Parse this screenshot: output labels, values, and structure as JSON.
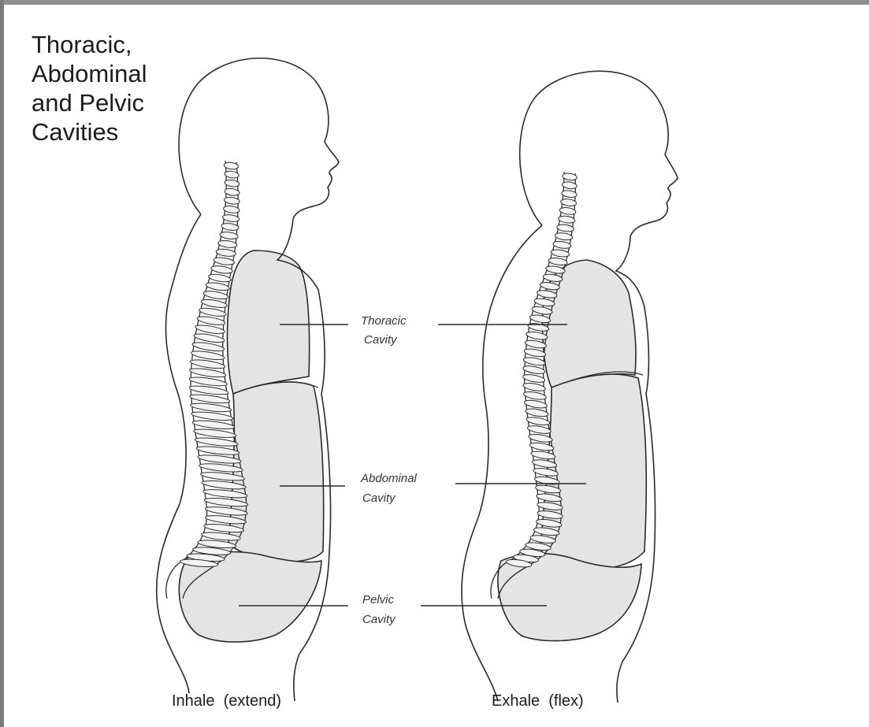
{
  "title_lines": [
    "Thoracic,",
    "Abdominal",
    "and Pelvic",
    "Cavities"
  ],
  "labels": {
    "thoracic": [
      "Thoracic",
      "Cavity"
    ],
    "abdominal": [
      "Abdominal",
      "Cavity"
    ],
    "pelvic": [
      "Pelvic",
      "Cavity"
    ]
  },
  "captions": {
    "left": "Inhale  (extend)",
    "right": "Exhale  (flex)"
  },
  "colors": {
    "outline": "#2a2a2a",
    "cavity_fill": "#e4e4e4",
    "frame": "#8f8f8f"
  }
}
